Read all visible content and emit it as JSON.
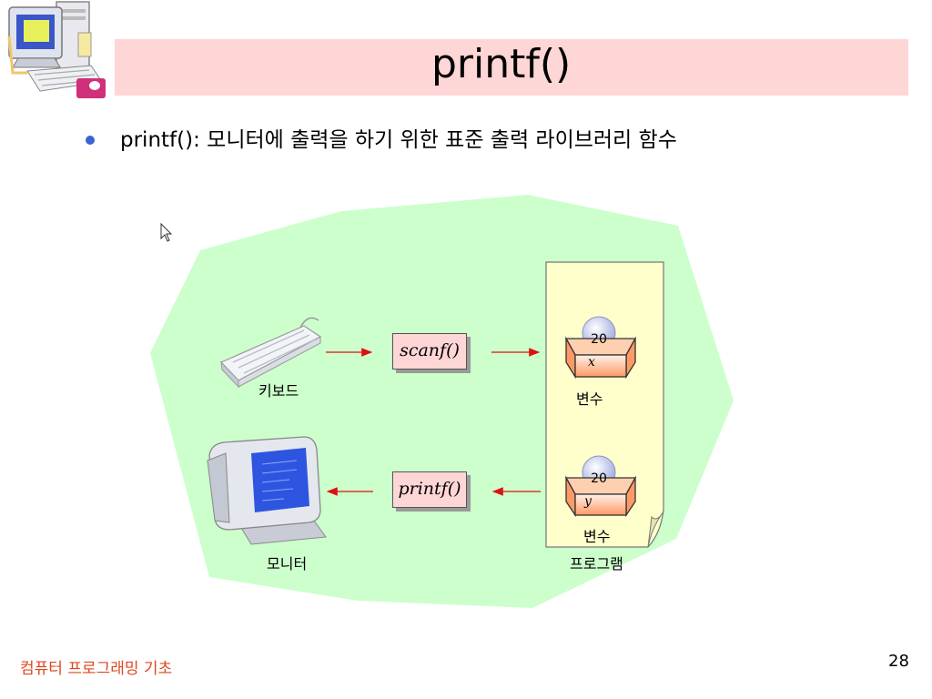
{
  "slide": {
    "title": "printf()",
    "bullet": {
      "term": "printf():",
      "text": " 모니터에 출력을 하기 위한 표준 출력 라이브러리 함수"
    }
  },
  "diagram": {
    "keyboard_label": "키보드",
    "monitor_label": "모니터",
    "scanf_label": "scanf()",
    "printf_label": "printf()",
    "program_label": "프로그램",
    "var_top": {
      "value": "20",
      "name": "x",
      "caption": "변수"
    },
    "var_bottom": {
      "value": "20",
      "name": "y",
      "caption": "변수"
    }
  },
  "footer": {
    "course": "컴퓨터 프로그래밍 기초",
    "page": "28"
  },
  "colors": {
    "title_bar": "#ffd6d6",
    "cloud": "#ccffcc",
    "document": "#ffffcc",
    "arrow": "#dd1111",
    "footer_text": "#e0461e",
    "bullet": "#3c63d6"
  }
}
